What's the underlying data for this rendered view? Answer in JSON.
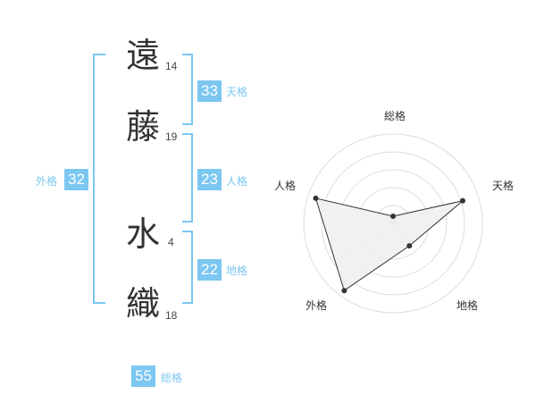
{
  "name": {
    "chars": [
      {
        "char": "遠",
        "strokes": "14"
      },
      {
        "char": "藤",
        "strokes": "19"
      },
      {
        "char": "水",
        "strokes": "4"
      },
      {
        "char": "織",
        "strokes": "18"
      }
    ]
  },
  "fortune": {
    "tenkaku": {
      "value": "33",
      "label": "天格"
    },
    "jinkaku": {
      "value": "23",
      "label": "人格"
    },
    "chikaku": {
      "value": "22",
      "label": "地格"
    },
    "gaikaku": {
      "value": "32",
      "label": "外格"
    },
    "soukaku": {
      "value": "55",
      "label": "総格"
    }
  },
  "colors": {
    "accent": "#7cc7f1",
    "kanji": "#333333",
    "radar_fill": "#efefef",
    "radar_ring": "#dddddd",
    "radar_line": "#333333"
  },
  "chart_data": {
    "type": "radar",
    "axes": [
      "総格",
      "天格",
      "地格",
      "外格",
      "人格"
    ],
    "values": [
      0.08,
      0.82,
      0.31,
      0.93,
      0.91
    ],
    "range": [
      0,
      1
    ],
    "rings": 5
  }
}
